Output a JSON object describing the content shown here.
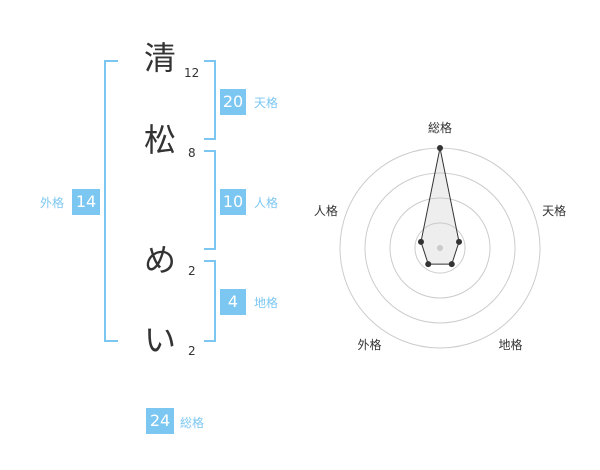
{
  "name_chars": [
    {
      "char": "清",
      "strokes": "12"
    },
    {
      "char": "松",
      "strokes": "8"
    },
    {
      "char": "め",
      "strokes": "2"
    },
    {
      "char": "い",
      "strokes": "2"
    }
  ],
  "kakusu": {
    "tenkaku": {
      "value": "20",
      "label": "天格"
    },
    "jinkaku": {
      "value": "10",
      "label": "人格"
    },
    "chikaku": {
      "value": "4",
      "label": "地格"
    },
    "gaikaku": {
      "value": "14",
      "label": "外格"
    },
    "soukaku": {
      "value": "24",
      "label": "総格"
    }
  },
  "colors": {
    "accent": "#7cc7f2",
    "text": "#333333",
    "grid": "#cccccc"
  },
  "chart_data": {
    "type": "radar",
    "axes": [
      "総格",
      "天格",
      "地格",
      "外格",
      "人格"
    ],
    "values": [
      5,
      1,
      1,
      1,
      1
    ],
    "max": 5,
    "rings": 4
  }
}
